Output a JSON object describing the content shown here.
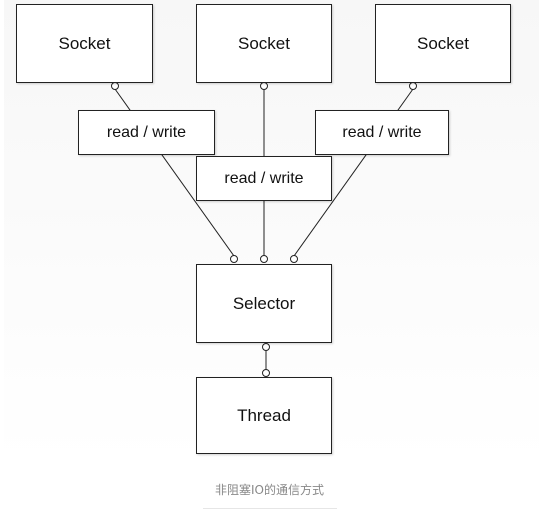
{
  "sockets": [
    "Socket",
    "Socket",
    "Socket"
  ],
  "read_write": [
    "read / write",
    "read / write",
    "read / write"
  ],
  "selector": "Selector",
  "thread": "Thread",
  "caption": "非阻塞IO的通信方式"
}
